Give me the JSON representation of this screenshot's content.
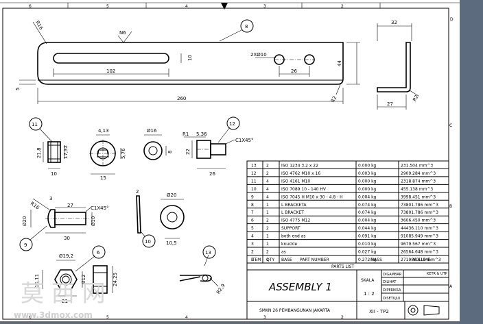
{
  "border": {
    "top_zones": [
      "6",
      "5",
      "4",
      "3",
      "2"
    ],
    "bottom_zones": [
      "6",
      "5",
      "4",
      "3",
      "2"
    ],
    "right_zones": [
      "D",
      "C",
      "B",
      "A"
    ]
  },
  "top_view": {
    "balloon": "8",
    "surface_finish": "N6",
    "radius_left": "R16",
    "radius_right": "R2",
    "hole_note": "2XØ10",
    "slot_height": "10",
    "slot_length": "102",
    "hole_spacing": "26",
    "height": "44",
    "thickness": "5",
    "overall_length": "260"
  },
  "side_view": {
    "width": "32",
    "base": "27",
    "radius": "R2"
  },
  "detail_11": {
    "balloon": "11",
    "height": "21,8",
    "inner": "17,32",
    "width": "10"
  },
  "washer_front": {
    "across_flats": "4,13",
    "dim_a": "5,76",
    "width": "15"
  },
  "detail_16": {
    "diameter": "Ø16",
    "thickness": "8"
  },
  "detail_12": {
    "balloon": "12",
    "radius": "R1",
    "dim_a": "5,36",
    "dim_b": "22",
    "chamfer": "C1X45°",
    "length": "26"
  },
  "pin_9": {
    "balloon": "9",
    "radius": "R16",
    "head": "3",
    "shank_len": "27",
    "chamfer": "C1X45°",
    "head_dia": "Ø20",
    "shank_dia": "Ø10",
    "total_len": "30"
  },
  "spring_10": {
    "balloon": "10",
    "thickness": "2"
  },
  "washer_20": {
    "diameter": "Ø20",
    "width": "10,5"
  },
  "nut_6": {
    "balloon": "6",
    "dia": "Ø19,2",
    "height": "10,11",
    "thread": "Ø12",
    "width": "24,25",
    "across": "21"
  },
  "clip_13": {
    "balloon": "13",
    "radius": "R2,9"
  },
  "parts_list": {
    "title": "PARTS LIST",
    "headers": [
      "ITEM",
      "QTY",
      "PART NUMBER",
      "MASS",
      "VOLUME"
    ],
    "rows": [
      [
        "13",
        "2",
        "ISO 1234 3,2 x 22",
        "0.000 kg",
        "231.504 mm^3"
      ],
      [
        "12",
        "2",
        "ISO 4762 M10 x 16",
        "0.003 kg",
        "2909.284 mm^3"
      ],
      [
        "11",
        "4",
        "ISO 4161 M10",
        "0.000 kg",
        "2318.874 mm^3"
      ],
      [
        "10",
        "4",
        "ISO 7089 10 - 140 HV",
        "0.000 kg",
        "455.138 mm^3"
      ],
      [
        "9",
        "4",
        "ISO 7045 H M10 x 30 - 4.8 - H",
        "0.004 kg",
        "3998.451 mm^3"
      ],
      [
        "8",
        "1",
        "L BRACKETA",
        "0.074 kg",
        "73801.786 mm^3"
      ],
      [
        "7",
        "1",
        "L BRACKET",
        "0.074 kg",
        "73801.786 mm^3"
      ],
      [
        "6",
        "2",
        "ISO 4775 M12",
        "0.004 kg",
        "3606.450 mm^3"
      ],
      [
        "5",
        "2",
        "SUPPORT",
        "0.044 kg",
        "44436.110 mm^3"
      ],
      [
        "4",
        "1",
        "both end as",
        "0.091 kg",
        "91085.949 mm^3"
      ],
      [
        "3",
        "1",
        "knuckle",
        "0.010 kg",
        "9679.567 mm^3"
      ],
      [
        "2",
        "2",
        "as",
        "0.027 kg",
        "26564.648 mm^3"
      ],
      [
        "1",
        "1",
        "BASE",
        "0.272 kg",
        "271986.619 mm^3"
      ]
    ]
  },
  "title_block": {
    "title": "ASSEMBLY 1",
    "scale_label": "SKALA",
    "scale_value": "1 : 2",
    "school": "SMKN 26 PEMBANGUNAN JAKARTA",
    "class_code": "XII - TP2",
    "roles": [
      "DIGAMBAR",
      "DILIHAT",
      "DIPERIKSA",
      "DISETUJUI"
    ],
    "note": "KETR & UTP"
  },
  "watermark": {
    "chars": "莫 西 网",
    "site": "www.3dmox.com"
  }
}
